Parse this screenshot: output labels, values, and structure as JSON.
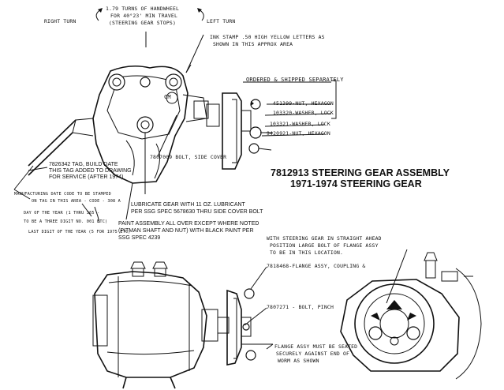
{
  "labels": {
    "right_turn": "RIGHT TURN",
    "turns_line1": "1.79 TURNS OF HANDWHEEL",
    "turns_line2": "FOR 40°23' MIN TRAVEL",
    "turns_line3": "(STEERING GEAR STOPS)",
    "left_turn": "LEFT TURN",
    "ink_stamp_line1": "INK STAMP .50 HIGH YELLOW LETTERS AS",
    "ink_stamp_line2": "SHOWN IN THIS APPROX AREA",
    "cm_mark": "CM",
    "ordered_shipped": "ORDERED & SHIPPED SEPARATELY",
    "part_nut_hex_1": "451399-NUT, HEXAGON",
    "part_washer_lock_1": "103320-WASHER, LOCK",
    "part_washer_lock_2": "103321-WASHER, LOCK",
    "part_nut_hex_2": "9420921-NUT, HEXAGON",
    "bolt_side_cover": "7807009 BOLT, SIDE COVER",
    "tag_line1": "7826342 TAG, BUILD DATE",
    "tag_line2": "THIS TAG ADDED TO DRAWING",
    "tag_line3": "FOR SERVICE (AFTER 1974)",
    "title_line1": "7812913 STEERING GEAR ASSEMBLY",
    "title_line2": "1971-1974 STEERING GEAR",
    "mfg_line1": "MANUFACTURING DATE CODE TO BE STAMPED",
    "mfg_line2": "ON TAG IN THIS AREA - CODE - 308  A",
    "mfg_line3": "DAY OF THE YEAR (1 THRU 365 -",
    "mfg_line4": "TO BE A THREE DIGIT NO. 001 ETC)",
    "mfg_line5": "LAST DIGIT OF THE YEAR (5 FOR 1975 ETC)",
    "lube_line1": "LUBRICATE GEAR WITH 11 OZ. LUBRICANT",
    "lube_line2": "PER SSG SPEC 5678630 THRU SIDE COVER BOLT",
    "paint_line1": "PAINT ASSEMBLY ALL OVER EXCEPT WHERE NOTED",
    "paint_line2": "(PITMAN SHAFT AND NUT) WITH BLACK PAINT PER",
    "paint_line3": "SSG SPEC 4239",
    "straight_line1": "WITH STEERING GEAR IN STRAIGHT AHEAD",
    "straight_line2": "POSITION LARGE BOLT OF FLANGE ASSY",
    "straight_line3": "TO BE IN THIS LOCATION.",
    "flange_coupling": "7818468-FLANGE ASSY, COUPLING &",
    "bolt_pinch": "7807271 - BOLT, PINCH",
    "flange_seated_line1": "FLANGE ASSY MUST BE SEATED",
    "flange_seated_line2": "SECURELY AGAINST END OF",
    "flange_seated_line3": "WORM AS SHOWN"
  }
}
